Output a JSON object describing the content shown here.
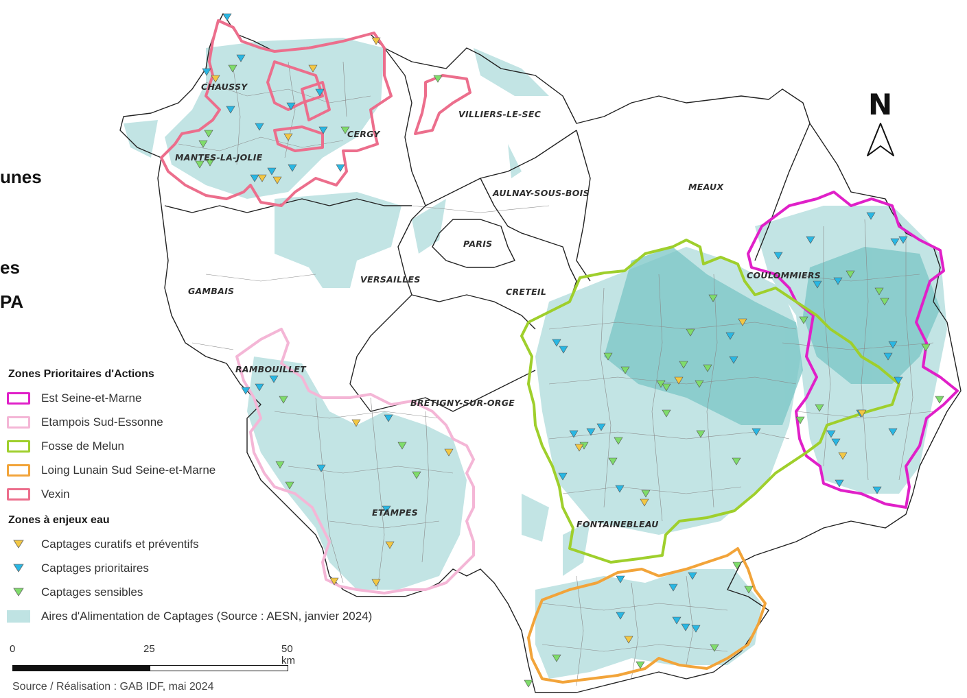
{
  "partial_text": [
    "unes",
    "es",
    "PA"
  ],
  "north_label": "N",
  "colors": {
    "est_seine_et_marne": "#e020c8",
    "etampois": "#f4b6d6",
    "fosse_melun": "#9fcf2c",
    "loing_lunain": "#f2a43a",
    "vexin": "#ec6e8c",
    "aac": "#bfe3e3",
    "aac_dark": "#79c6c6",
    "captage_curatif": "#f2c744",
    "captage_prioritaire": "#29b7e3",
    "captage_sensible": "#7fdc6b"
  },
  "places": [
    {
      "name": "CHAUSSY"
    },
    {
      "name": "VILLIERS-LE-SEC"
    },
    {
      "name": "CERGY"
    },
    {
      "name": "MANTES-LA-JOLIE"
    },
    {
      "name": "AULNAY-SOUS-BOIS"
    },
    {
      "name": "MEAUX"
    },
    {
      "name": "PARIS"
    },
    {
      "name": "VERSAILLES"
    },
    {
      "name": "GAMBAIS"
    },
    {
      "name": "CRETEIL"
    },
    {
      "name": "COULOMMIERS"
    },
    {
      "name": "RAMBOUILLET"
    },
    {
      "name": "BRETIGNY-SUR-ORGE"
    },
    {
      "name": "ETAMPES"
    },
    {
      "name": "FONTAINEBLEAU"
    }
  ],
  "legend": {
    "zones_title": "Zones Prioritaires d'Actions",
    "zones": [
      {
        "label": "Est Seine-et-Marne",
        "color": "#e020c8"
      },
      {
        "label": "Etampois Sud-Essonne",
        "color": "#f4b6d6"
      },
      {
        "label": "Fosse de Melun",
        "color": "#9fcf2c"
      },
      {
        "label": "Loing Lunain Sud Seine-et-Marne",
        "color": "#f2a43a"
      },
      {
        "label": "Vexin",
        "color": "#ec6e8c"
      }
    ],
    "water_title": "Zones à enjeux eau",
    "water": [
      {
        "label": "Captages curatifs et préventifs",
        "color": "#f2c744",
        "symbol": "triangle-down"
      },
      {
        "label": "Captages prioritaires",
        "color": "#29b7e3",
        "symbol": "triangle-down"
      },
      {
        "label": "Captages sensibles",
        "color": "#7fdc6b",
        "symbol": "triangle-down"
      },
      {
        "label": "Aires d'Alimentation de Captages (Source : AESN, janvier 2024)",
        "color": "#bfe3e3",
        "symbol": "area"
      }
    ]
  },
  "scale": {
    "ticks": [
      "0",
      "25",
      "50 km"
    ]
  },
  "source": "Source / Réalisation : GAB IDF, mai 2024"
}
